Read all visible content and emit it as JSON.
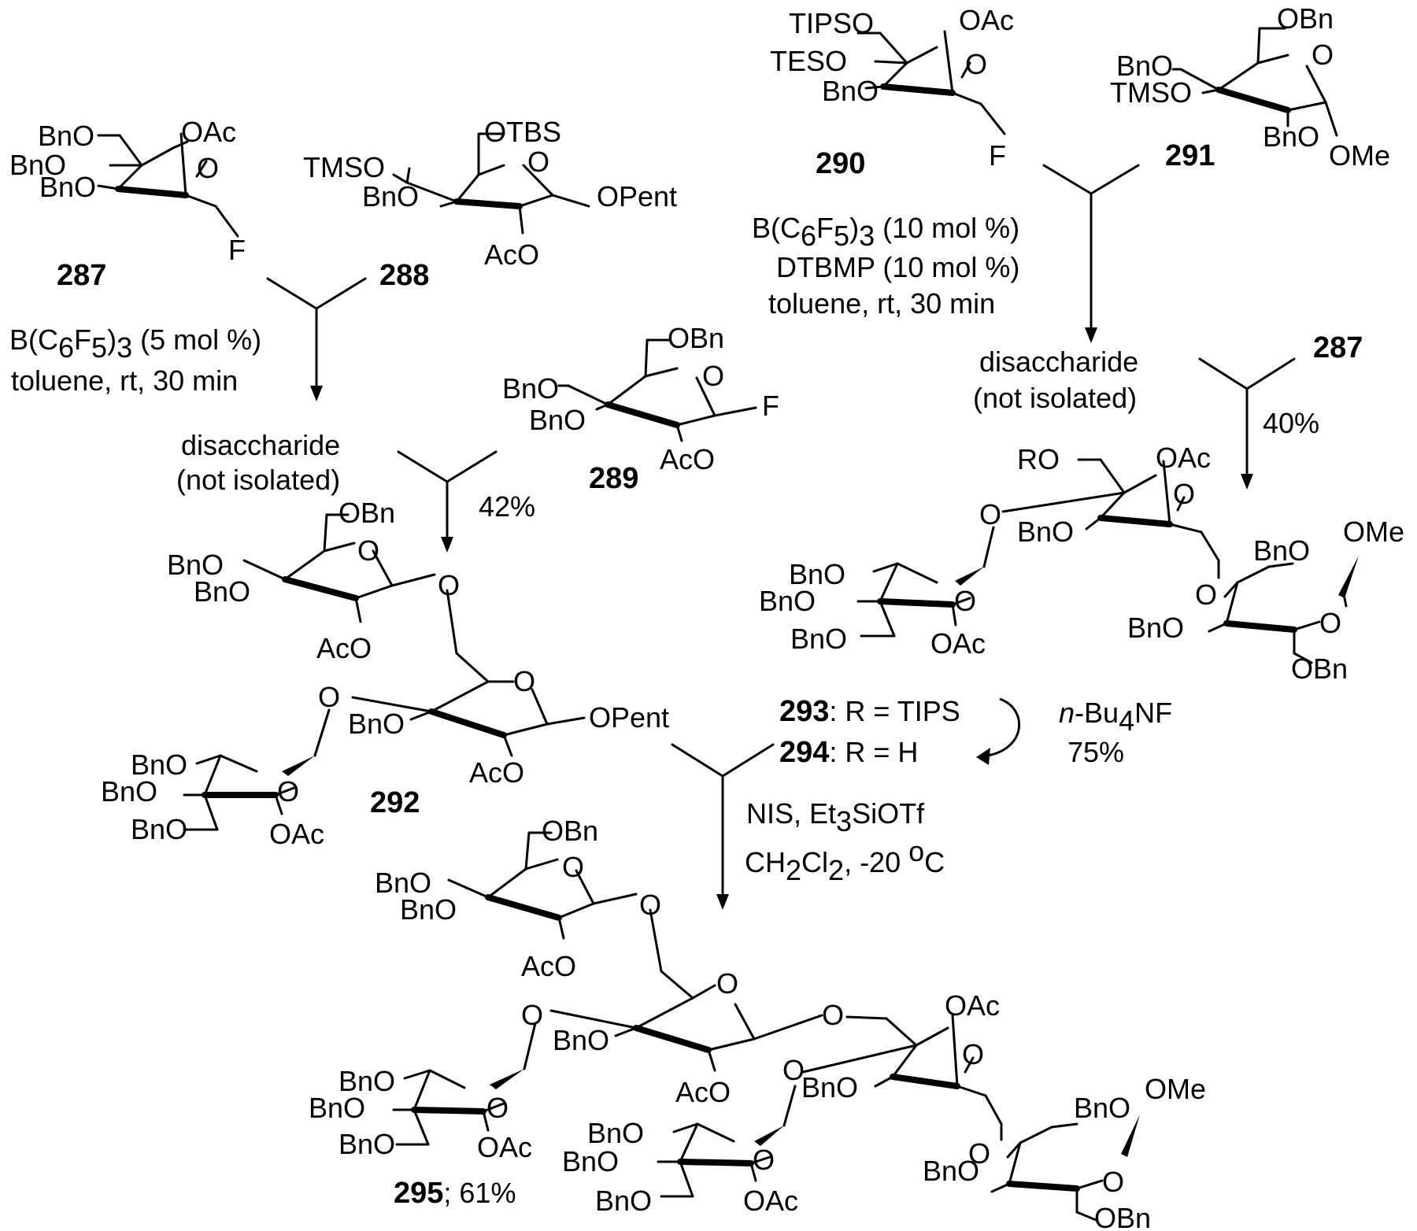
{
  "compounds": {
    "c287": "287",
    "c288": "288",
    "c289": "289",
    "c290": "290",
    "c291": "291",
    "c292": "292",
    "c293": "293",
    "c294": "294",
    "c295": "295",
    "c287b": "287"
  },
  "labels": {
    "m287": [
      "BnO",
      "OAc",
      "BnO",
      "O",
      "BnO",
      "F"
    ],
    "m288": [
      "OTBS",
      "TMSO",
      "O",
      "BnO",
      "OPent",
      "AcO"
    ],
    "m289": [
      "OBn",
      "BnO",
      "O",
      "BnO",
      "F",
      "AcO"
    ],
    "m290": [
      "TIPSO",
      "OAc",
      "TESO",
      "O",
      "BnO",
      "F"
    ],
    "m291": [
      "OBn",
      "BnO",
      "O",
      "TMSO",
      "BnO",
      "OMe"
    ],
    "m292": [
      "OBn",
      "BnO",
      "O",
      "BnO",
      "O",
      "AcO",
      "O",
      "O",
      "BnO",
      "OPent",
      "AcO",
      "BnO",
      "BnO",
      "O",
      "BnO",
      "OAc"
    ],
    "m293": [
      "RO",
      "OAc",
      "O",
      "O",
      "BnO",
      "OMe",
      "BnO",
      "BnO",
      "BnO",
      "O",
      "O",
      "BnO",
      "O",
      "BnO",
      "OAc",
      "OBn"
    ],
    "m295": [
      "OBn",
      "BnO",
      "O",
      "BnO",
      "O",
      "AcO",
      "O",
      "O",
      "OAc",
      "BnO",
      "O",
      "AcO",
      "O",
      "O",
      "BnO",
      "BnO",
      "BnO",
      "OMe",
      "O",
      "BnO",
      "BnO",
      "O",
      "BnO",
      "BnO",
      "O",
      "BnO",
      "OAc",
      "O",
      "BnO",
      "OAc",
      "OBn"
    ]
  },
  "conditions": {
    "step1_reagent_a": "B(C",
    "step1_sub_a": "6",
    "step1_reagent_b": "F",
    "step1_sub_b": "5",
    "step1_reagent_c": ")",
    "step1_sub_c": "3",
    "step1_reagent_d": " (5 mol %)",
    "step1_line2": "toluene, rt, 30 min",
    "step1_intermediate_1": "disaccharide",
    "step1_intermediate_2": "(not isolated)",
    "step1_yield": "42%",
    "step2_reagent_a": "B(C",
    "step2_sub_a": "6",
    "step2_reagent_b": "F",
    "step2_sub_b": "5",
    "step2_reagent_c": ")",
    "step2_sub_c": "3",
    "step2_reagent_d": " (10 mol %)",
    "step2_line2": "DTBMP (10 mol %)",
    "step2_line3": "toluene, rt, 30 min",
    "step2_intermediate_1": "disaccharide",
    "step2_intermediate_2": "(not isolated)",
    "step2_yield": "40%",
    "r293_suffix": ": R = TIPS",
    "r294_suffix": ": R = H",
    "tbaf_prefix": "n",
    "tbaf_a": "-Bu",
    "tbaf_sub": "4",
    "tbaf_b": "NF",
    "tbaf_yield": "75%",
    "step3_a": "NIS, Et",
    "step3_sub_a": "3",
    "step3_b": "SiOTf",
    "step3_c": "CH",
    "step3_sub_c": "2",
    "step3_d": "Cl",
    "step3_sub_d": "2",
    "step3_e": ", -20 ",
    "step3_sup": "o",
    "step3_f": "C",
    "final_yield_suffix": "; 61%"
  }
}
